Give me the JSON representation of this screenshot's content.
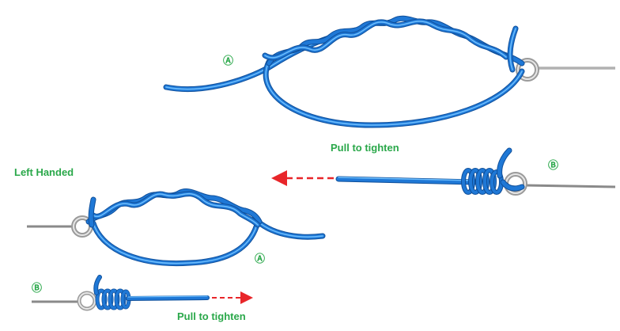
{
  "labels": {
    "step_a_top": "Ⓐ",
    "step_b_right": "Ⓑ",
    "step_a_bottom": "Ⓐ",
    "step_b_bottom": "Ⓑ",
    "pull_to_tighten_top": "Pull to tighten",
    "pull_to_tighten_bottom": "Pull to tighten",
    "left_handed": "Left Handed"
  },
  "colors": {
    "line_blue": "#1f78d6",
    "line_dark": "#0f4f9a",
    "line_light": "#6fc0ff",
    "label_green": "#2aa84a",
    "arrow_red": "#e8262a",
    "ring_gray": "#9a9a9a",
    "wire_gray": "#8a8a8a"
  }
}
